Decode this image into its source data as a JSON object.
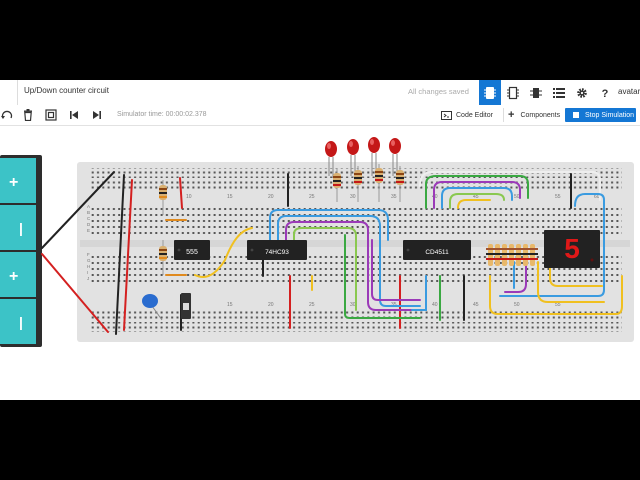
{
  "header": {
    "title": "Up/Down counter circuit",
    "save_status": "All changes saved",
    "avatar_label": "avatar"
  },
  "toolbar": {
    "sim_time": "Simulator time: 00:00:02.378",
    "code_editor_label": "Code Editor",
    "components_label": "Components",
    "stop_simulation_label": "Stop Simulation"
  },
  "circuit": {
    "chips": {
      "timer": "555",
      "counter": "74HC93",
      "decoder": "CD4511"
    },
    "display_digit": "5",
    "column_numbers": [
      "10",
      "15",
      "20",
      "25",
      "30",
      "35",
      "40",
      "45",
      "50",
      "55",
      "60"
    ],
    "row_letters_top": [
      "A",
      "B",
      "C",
      "D",
      "E"
    ],
    "row_letters_bottom": [
      "F",
      "G",
      "H",
      "I",
      "J"
    ],
    "power_cells": [
      "+",
      "|",
      "+",
      "|"
    ]
  },
  "colors": {
    "accent": "#1477d4",
    "battery": "#3cc3c7",
    "breadboard": "#e2e2e2",
    "led": "#d32020",
    "display_segment": "#e01818"
  }
}
